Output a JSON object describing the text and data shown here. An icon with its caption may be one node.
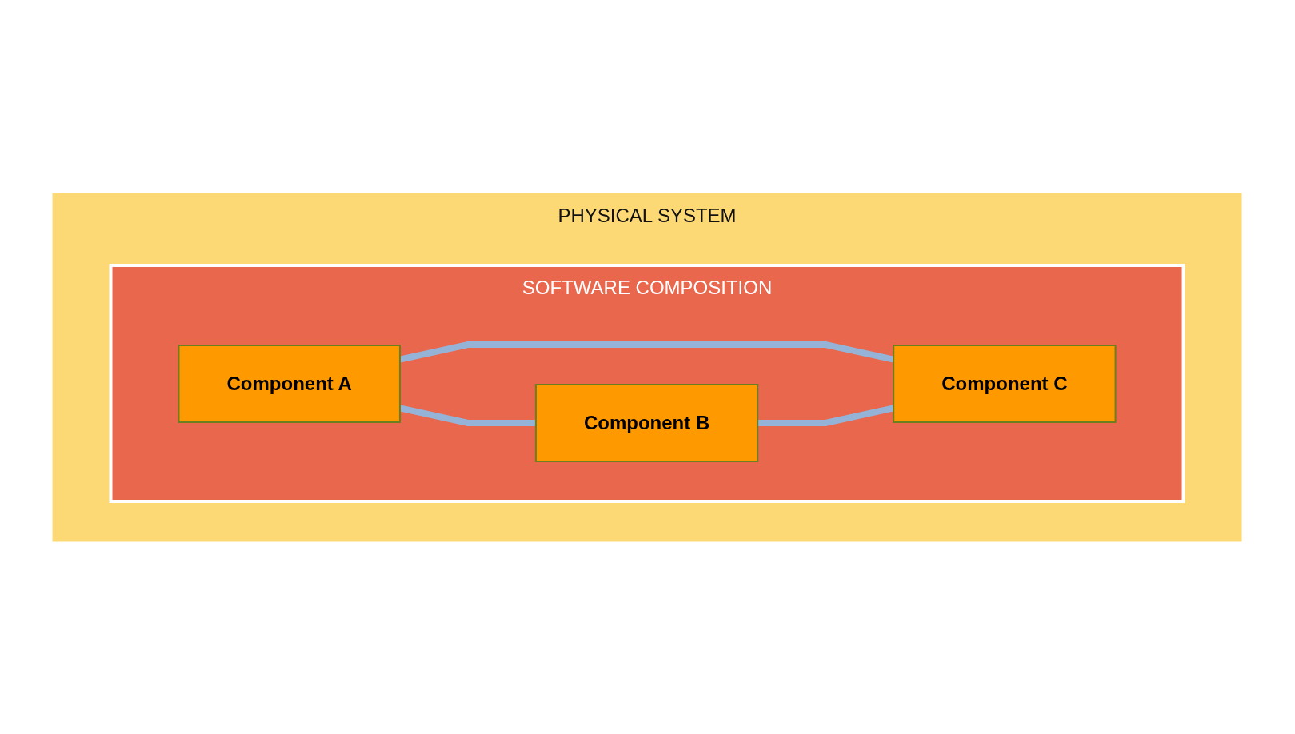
{
  "diagram": {
    "nodes": [
      {
        "text": [
          "PHYSICAL SYSTEM"
        ]
      },
      {
        "text": [
          "SOFTWARE COMPOSITION"
        ],
        "in": 0
      },
      {
        "text": [
          "Component A"
        ],
        "in": 1
      },
      {
        "text": [
          "Component C"
        ],
        "in": 1
      },
      {
        "text": [
          "Component B"
        ],
        "in": 1
      }
    ],
    "edges": [
      {
        "from": 2,
        "to": 3,
        "arrow": "none"
      },
      {
        "from": 2,
        "to": 4,
        "arrow": "none"
      },
      {
        "from": 4,
        "to": 3,
        "arrow": "none"
      }
    ]
  }
}
